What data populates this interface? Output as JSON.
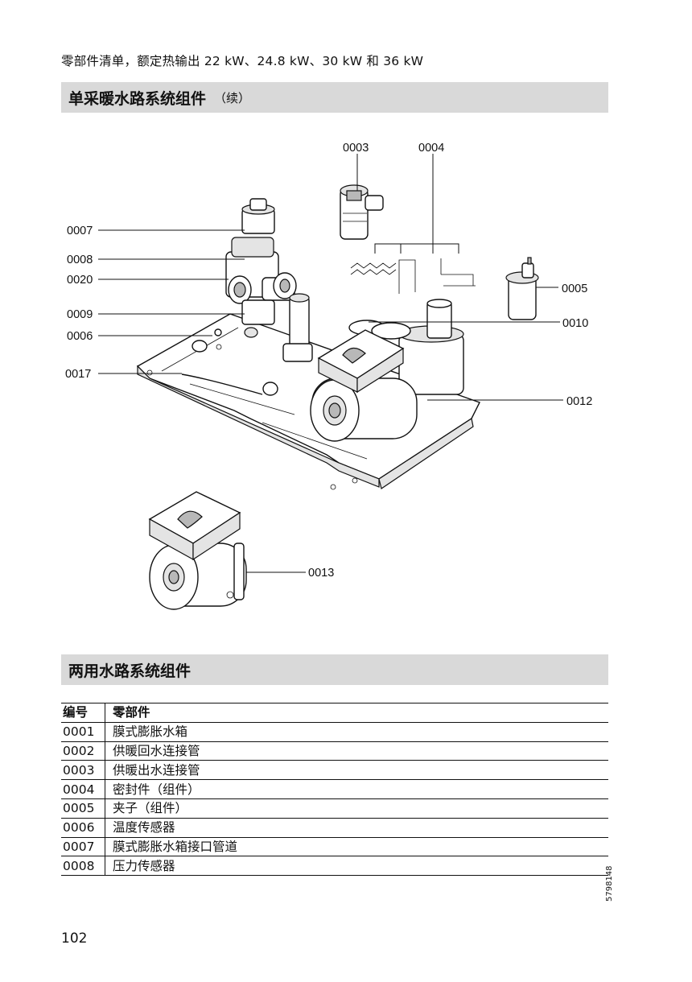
{
  "header": {
    "subtitle": "零部件清单，额定热输出 22 kW、24.8 kW、30 kW 和 36 kW"
  },
  "section1": {
    "title": "单采暖水路系统组件",
    "continued": "（续）"
  },
  "diagram": {
    "callouts": [
      "0003",
      "0004",
      "0007",
      "0008",
      "0020",
      "0009",
      "0006",
      "0017",
      "0005",
      "0010",
      "0012",
      "0013"
    ]
  },
  "section2": {
    "title": "两用水路系统组件"
  },
  "table": {
    "headers": [
      "编号",
      "零部件"
    ],
    "rows": [
      [
        "0001",
        "膜式膨胀水箱"
      ],
      [
        "0002",
        "供暖回水连接管"
      ],
      [
        "0003",
        "供暖出水连接管"
      ],
      [
        "0004",
        "密封件（组件）"
      ],
      [
        "0005",
        "夹子（组件）"
      ],
      [
        "0006",
        "温度传感器"
      ],
      [
        "0007",
        "膜式膨胀水箱接口管道"
      ],
      [
        "0008",
        "压力传感器"
      ]
    ]
  },
  "footer": {
    "page_number": "102",
    "doc_code": "5798148"
  }
}
